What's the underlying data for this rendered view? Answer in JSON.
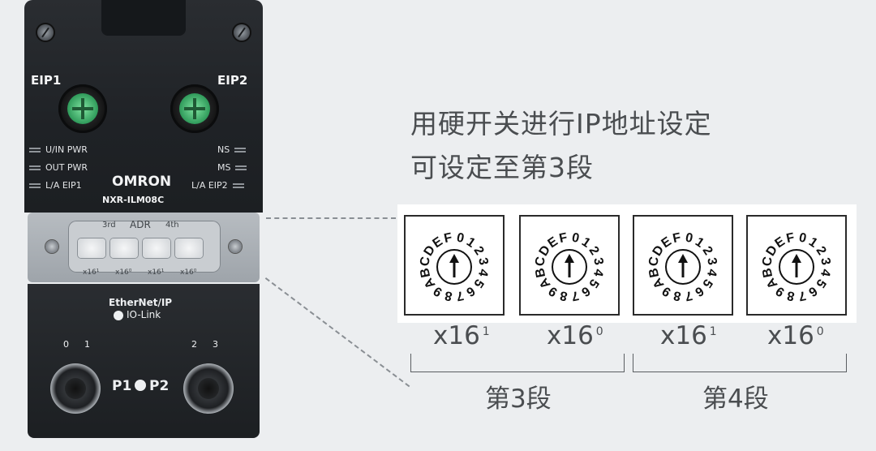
{
  "device": {
    "port_left": "EIP1",
    "port_right": "EIP2",
    "led_left": [
      "U/IN PWR",
      "OUT PWR",
      "L/A EIP1"
    ],
    "led_right": [
      "NS",
      "MS",
      "L/A EIP2"
    ],
    "brand": "OMRON",
    "model": "NXR-ILM08C",
    "adr_labels": {
      "left": "3rd",
      "center": "ADR",
      "right": "4th"
    },
    "mini_mult": [
      "x16¹",
      "x16⁰",
      "x16¹",
      "x16⁰"
    ],
    "network_line1": "EtherNet/IP",
    "network_line2": "IO-Link",
    "pin_nums": [
      "0",
      "1",
      "2",
      "3"
    ],
    "port_p1": "P1",
    "port_p2": "P2"
  },
  "headline": {
    "line1": "用硬开关进行IP地址设定",
    "line2": "可设定至第3段"
  },
  "dials": {
    "chars": [
      "0",
      "1",
      "2",
      "3",
      "4",
      "5",
      "6",
      "7",
      "8",
      "9",
      "A",
      "B",
      "C",
      "D",
      "E",
      "F"
    ],
    "multipliers": [
      {
        "base": "x16",
        "exp": "1"
      },
      {
        "base": "x16",
        "exp": "0"
      },
      {
        "base": "x16",
        "exp": "1"
      },
      {
        "base": "x16",
        "exp": "0"
      }
    ]
  },
  "groups": {
    "left": "第3段",
    "right": "第4段"
  }
}
